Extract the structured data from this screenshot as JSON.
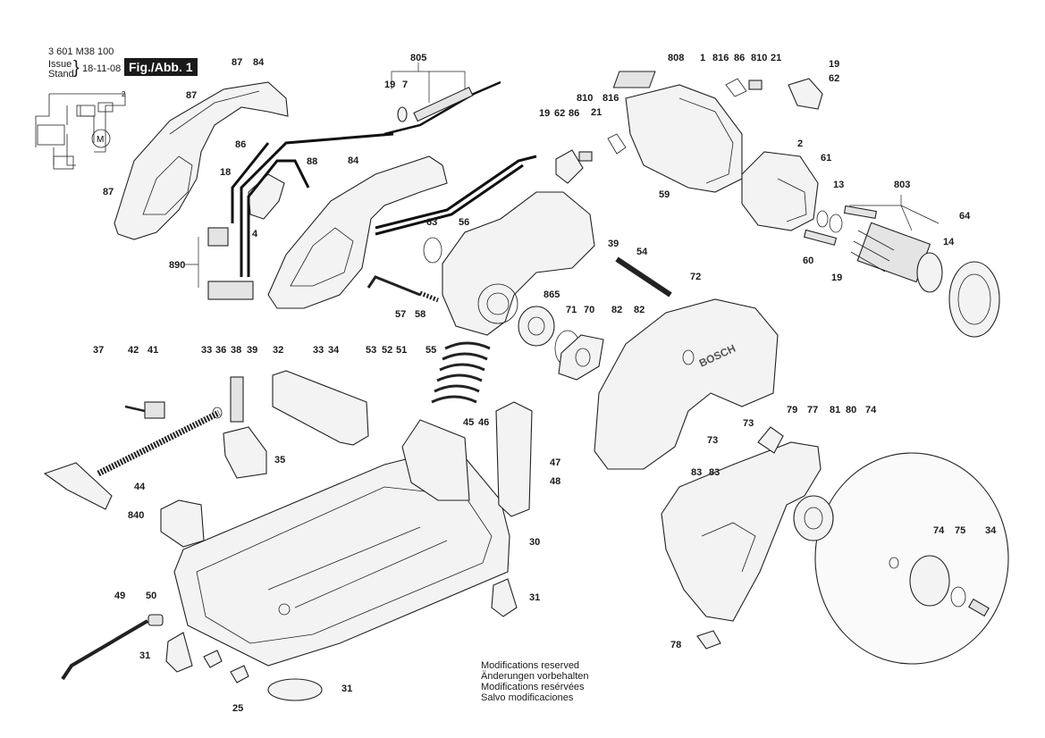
{
  "header": {
    "doc_number": "3 601 M38 100",
    "issue_label": "Issue",
    "stand_label": "Stand",
    "issue_date": "18-11-08",
    "fig_label": "Fig./Abb. 1"
  },
  "notes": [
    "Modifications reserved",
    "Änderungen vorbehalten",
    "Modifications resérvées",
    "Salvo modificaciones"
  ],
  "wiring_inset": {
    "motor_symbol": "M",
    "terminal_number": "2"
  },
  "brand_mark": "BOSCH",
  "callouts": [
    "87",
    "84",
    "87",
    "86",
    "18",
    "87",
    "4",
    "88",
    "890",
    "805",
    "19",
    "7",
    "84",
    "57",
    "58",
    "808",
    "1",
    "816",
    "86",
    "810",
    "21",
    "19",
    "62",
    "19",
    "62",
    "86",
    "810",
    "816",
    "21",
    "59",
    "2",
    "61",
    "13",
    "803",
    "64",
    "14",
    "60",
    "19",
    "63",
    "56",
    "39",
    "54",
    "865",
    "71",
    "70",
    "82",
    "82",
    "72",
    "37",
    "42",
    "41",
    "33",
    "36",
    "38",
    "39",
    "32",
    "33",
    "34",
    "53",
    "52",
    "51",
    "55",
    "35",
    "44",
    "840",
    "45",
    "46",
    "47",
    "48",
    "73",
    "73",
    "79",
    "77",
    "81",
    "80",
    "74",
    "83",
    "83",
    "30",
    "31",
    "74",
    "75",
    "34",
    "49",
    "50",
    "31",
    "31",
    "25",
    "78"
  ]
}
